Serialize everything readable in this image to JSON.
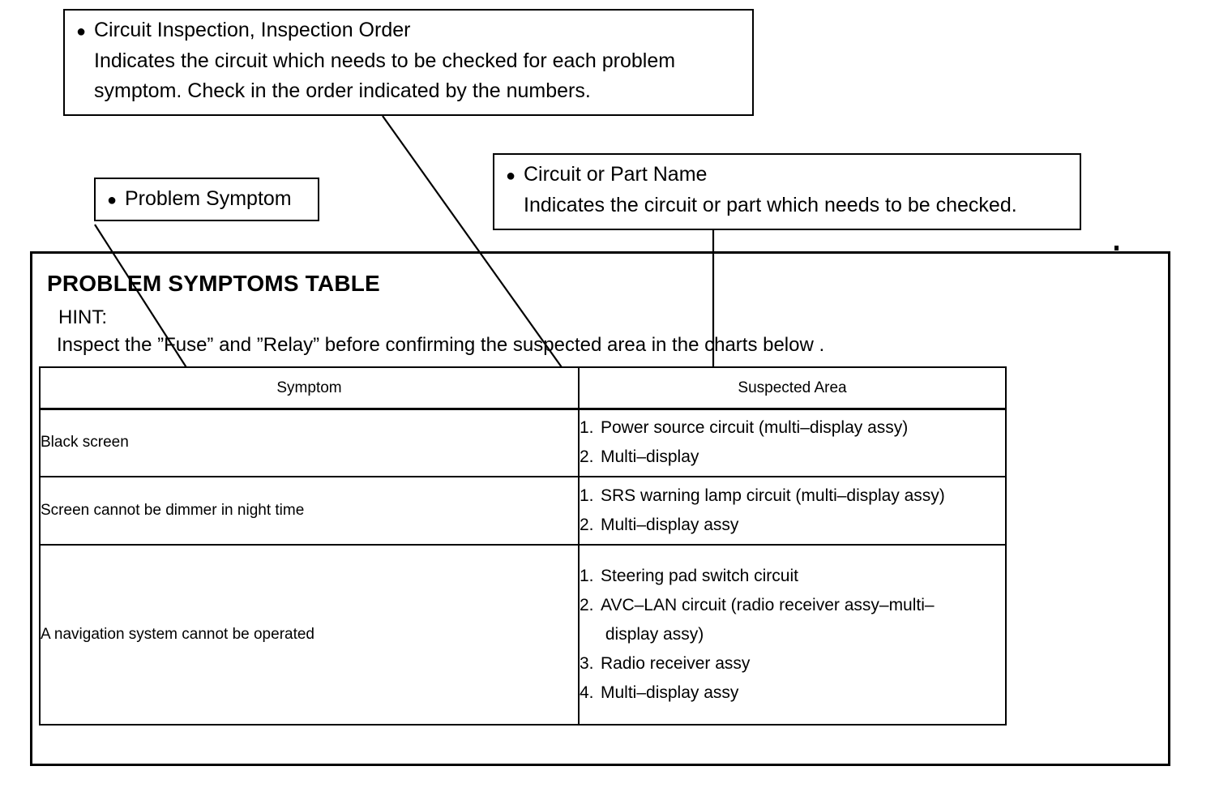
{
  "callouts": [
    {
      "id": "inspection-order",
      "bullet": "●",
      "heading": "Circuit Inspection, Inspection Order",
      "lines": [
        "Indicates the circuit which needs to be checked for each problem",
        "symptom. Check in the order indicated by the numbers."
      ]
    },
    {
      "id": "problem-symptom",
      "bullet": "●",
      "heading": "Problem Symptom",
      "lines": []
    },
    {
      "id": "part-name",
      "bullet": "●",
      "heading": "Circuit or Part Name",
      "lines": [
        "Indicates the circuit or part which needs to be checked."
      ]
    }
  ],
  "section": {
    "title": "PROBLEM SYMPTOMS TABLE",
    "hint_label": "HINT:",
    "hint_text": "Inspect the ”Fuse” and ”Relay” before confirming the suspected area in the charts below ."
  },
  "table": {
    "headers": [
      "Symptom",
      "Suspected Area"
    ],
    "rows": [
      {
        "symptom": "Black screen",
        "suspected_area": [
          {
            "num": "1.",
            "text": "Power source circuit (multi–display assy)"
          },
          {
            "num": "2.",
            "text": "Multi–display"
          }
        ]
      },
      {
        "symptom": "Screen cannot be dimmer in night time",
        "suspected_area": [
          {
            "num": "1.",
            "text": "SRS warning lamp circuit (multi–display assy)"
          },
          {
            "num": "2.",
            "text": "Multi–display assy"
          }
        ]
      },
      {
        "symptom": "A navigation system cannot be operated",
        "suspected_area": [
          {
            "num": "1.",
            "text": "Steering pad switch circuit"
          },
          {
            "num": "2.",
            "text": "AVC–LAN circuit (radio receiver assy–multi–\n display assy)"
          },
          {
            "num": "3.",
            "text": "Radio receiver assy"
          },
          {
            "num": "4.",
            "text": "Multi–display assy"
          }
        ]
      }
    ]
  },
  "colors": {
    "ink": "#000000",
    "paper": "#ffffff"
  }
}
